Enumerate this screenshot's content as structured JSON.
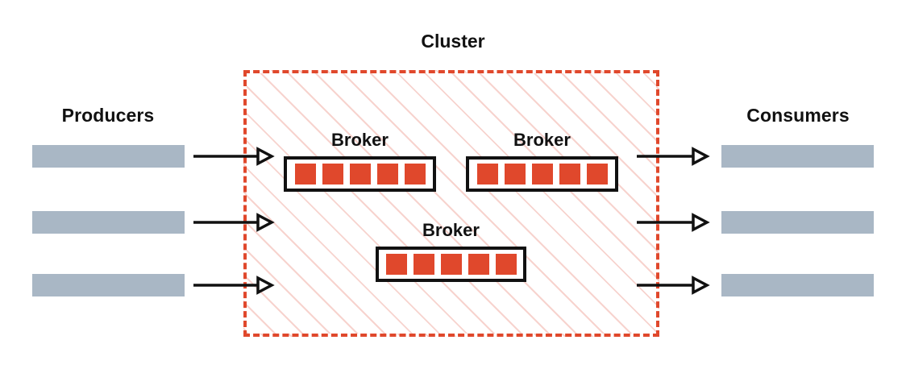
{
  "diagram": {
    "title": "Cluster",
    "type": "kafka-cluster-architecture",
    "background_color": "#ffffff"
  },
  "colors": {
    "cluster_border": "#e0482c",
    "cluster_hatch": "#ec968a",
    "partition": "#e0482c",
    "node_bar": "#a9b7c5",
    "broker_border": "#111111",
    "arrow": "#111111",
    "text": "#111111"
  },
  "producers": {
    "title": "Producers",
    "count": 3,
    "nodes": [
      {
        "label": ""
      },
      {
        "label": ""
      },
      {
        "label": ""
      }
    ]
  },
  "consumers": {
    "title": "Consumers",
    "count": 3,
    "nodes": [
      {
        "label": ""
      },
      {
        "label": ""
      },
      {
        "label": ""
      }
    ]
  },
  "cluster": {
    "label": "Cluster",
    "border_style": "dashed",
    "fill_pattern": "diagonal-hatch",
    "brokers": [
      {
        "label": "Broker",
        "partitions": 5
      },
      {
        "label": "Broker",
        "partitions": 5
      },
      {
        "label": "Broker",
        "partitions": 5
      }
    ]
  },
  "arrows": {
    "inbound_count": 3,
    "outbound_count": 3,
    "head_style": "hollow-triangle",
    "direction": "right"
  }
}
